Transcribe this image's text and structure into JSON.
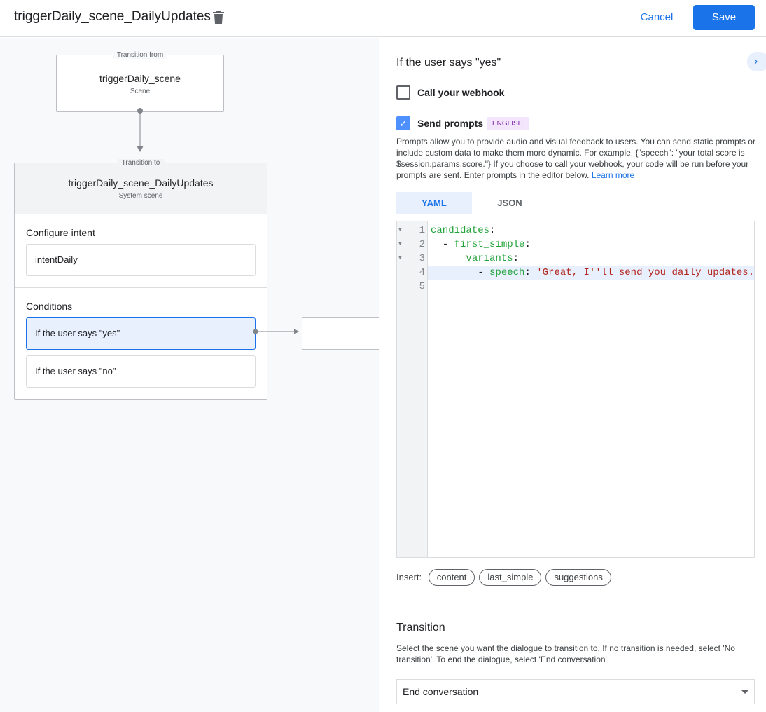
{
  "header": {
    "title": "triggerDaily_scene_DailyUpdates",
    "cancel": "Cancel",
    "save": "Save"
  },
  "canvas": {
    "from": {
      "label": "Transition from",
      "name": "triggerDaily_scene",
      "type": "Scene"
    },
    "to": {
      "label": "Transition to",
      "name": "triggerDaily_scene_DailyUpdates",
      "type": "System scene"
    },
    "intent_heading": "Configure intent",
    "intent": "intentDaily",
    "conditions_heading": "Conditions",
    "conditions": [
      "If the user says \"yes\"",
      "If the user says \"no\""
    ]
  },
  "panel": {
    "title": "If the user says \"yes\"",
    "webhook": {
      "label": "Call your webhook",
      "checked": false
    },
    "prompts": {
      "label": "Send prompts",
      "checked": true,
      "badge": "ENGLISH",
      "description": "Prompts allow you to provide audio and visual feedback to users. You can send static prompts or include custom data to make them more dynamic. For example, {\"speech\": \"your total score is $session.params.score.\"} If you choose to call your webhook, your code will be run before your prompts are sent. Enter prompts in the editor below.",
      "learn_more": "Learn more"
    },
    "tabs": [
      "YAML",
      "JSON"
    ],
    "active_tab": "YAML",
    "code": {
      "line_numbers": [
        "1",
        "2",
        "3",
        "4",
        "5"
      ],
      "lines": [
        [
          {
            "t": "candidates",
            "c": "key"
          },
          {
            "t": ":",
            "c": "p"
          }
        ],
        [
          {
            "t": "  - ",
            "c": "p"
          },
          {
            "t": "first_simple",
            "c": "key"
          },
          {
            "t": ":",
            "c": "p"
          }
        ],
        [
          {
            "t": "      ",
            "c": "p"
          },
          {
            "t": "variants",
            "c": "key"
          },
          {
            "t": ":",
            "c": "p"
          }
        ],
        [
          {
            "t": "        - ",
            "c": "p"
          },
          {
            "t": "speech",
            "c": "key"
          },
          {
            "t": ": ",
            "c": "p"
          },
          {
            "t": "'Great, I''ll send you daily updates.",
            "c": "str"
          }
        ],
        []
      ]
    },
    "insert_label": "Insert:",
    "insert_chips": [
      "content",
      "last_simple",
      "suggestions"
    ],
    "transition": {
      "heading": "Transition",
      "description": "Select the scene you want the dialogue to transition to. If no transition is needed, select 'No transition'. To end the dialogue, select 'End conversation'.",
      "selected": "End conversation"
    }
  },
  "colors": {
    "accent": "#1a73e8",
    "key": "#22a33a",
    "string": "#b3261e",
    "badge_bg": "#f3e5fc",
    "badge_fg": "#7b1fa2"
  }
}
